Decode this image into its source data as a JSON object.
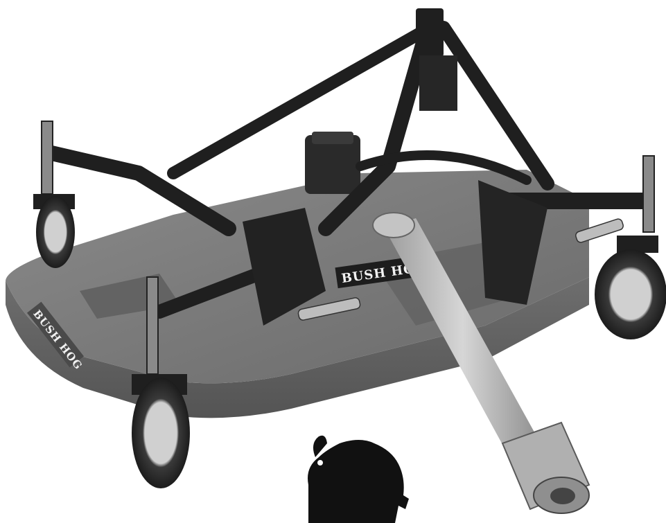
{
  "photo": {
    "subject": "finish mower",
    "background_color": "#ffffff",
    "deck_color": "#7a7a7a",
    "frame_color": "#1f1f1f",
    "driveshaft_color": "#b5b5b5",
    "tire_color": "#2a2a2a"
  },
  "decals": {
    "deck_front_brand": "BUSH HOG",
    "deck_side_brand": "BUSH HOG"
  },
  "logo": {
    "icon": "buffalo-logo-icon",
    "color": "#111111"
  }
}
